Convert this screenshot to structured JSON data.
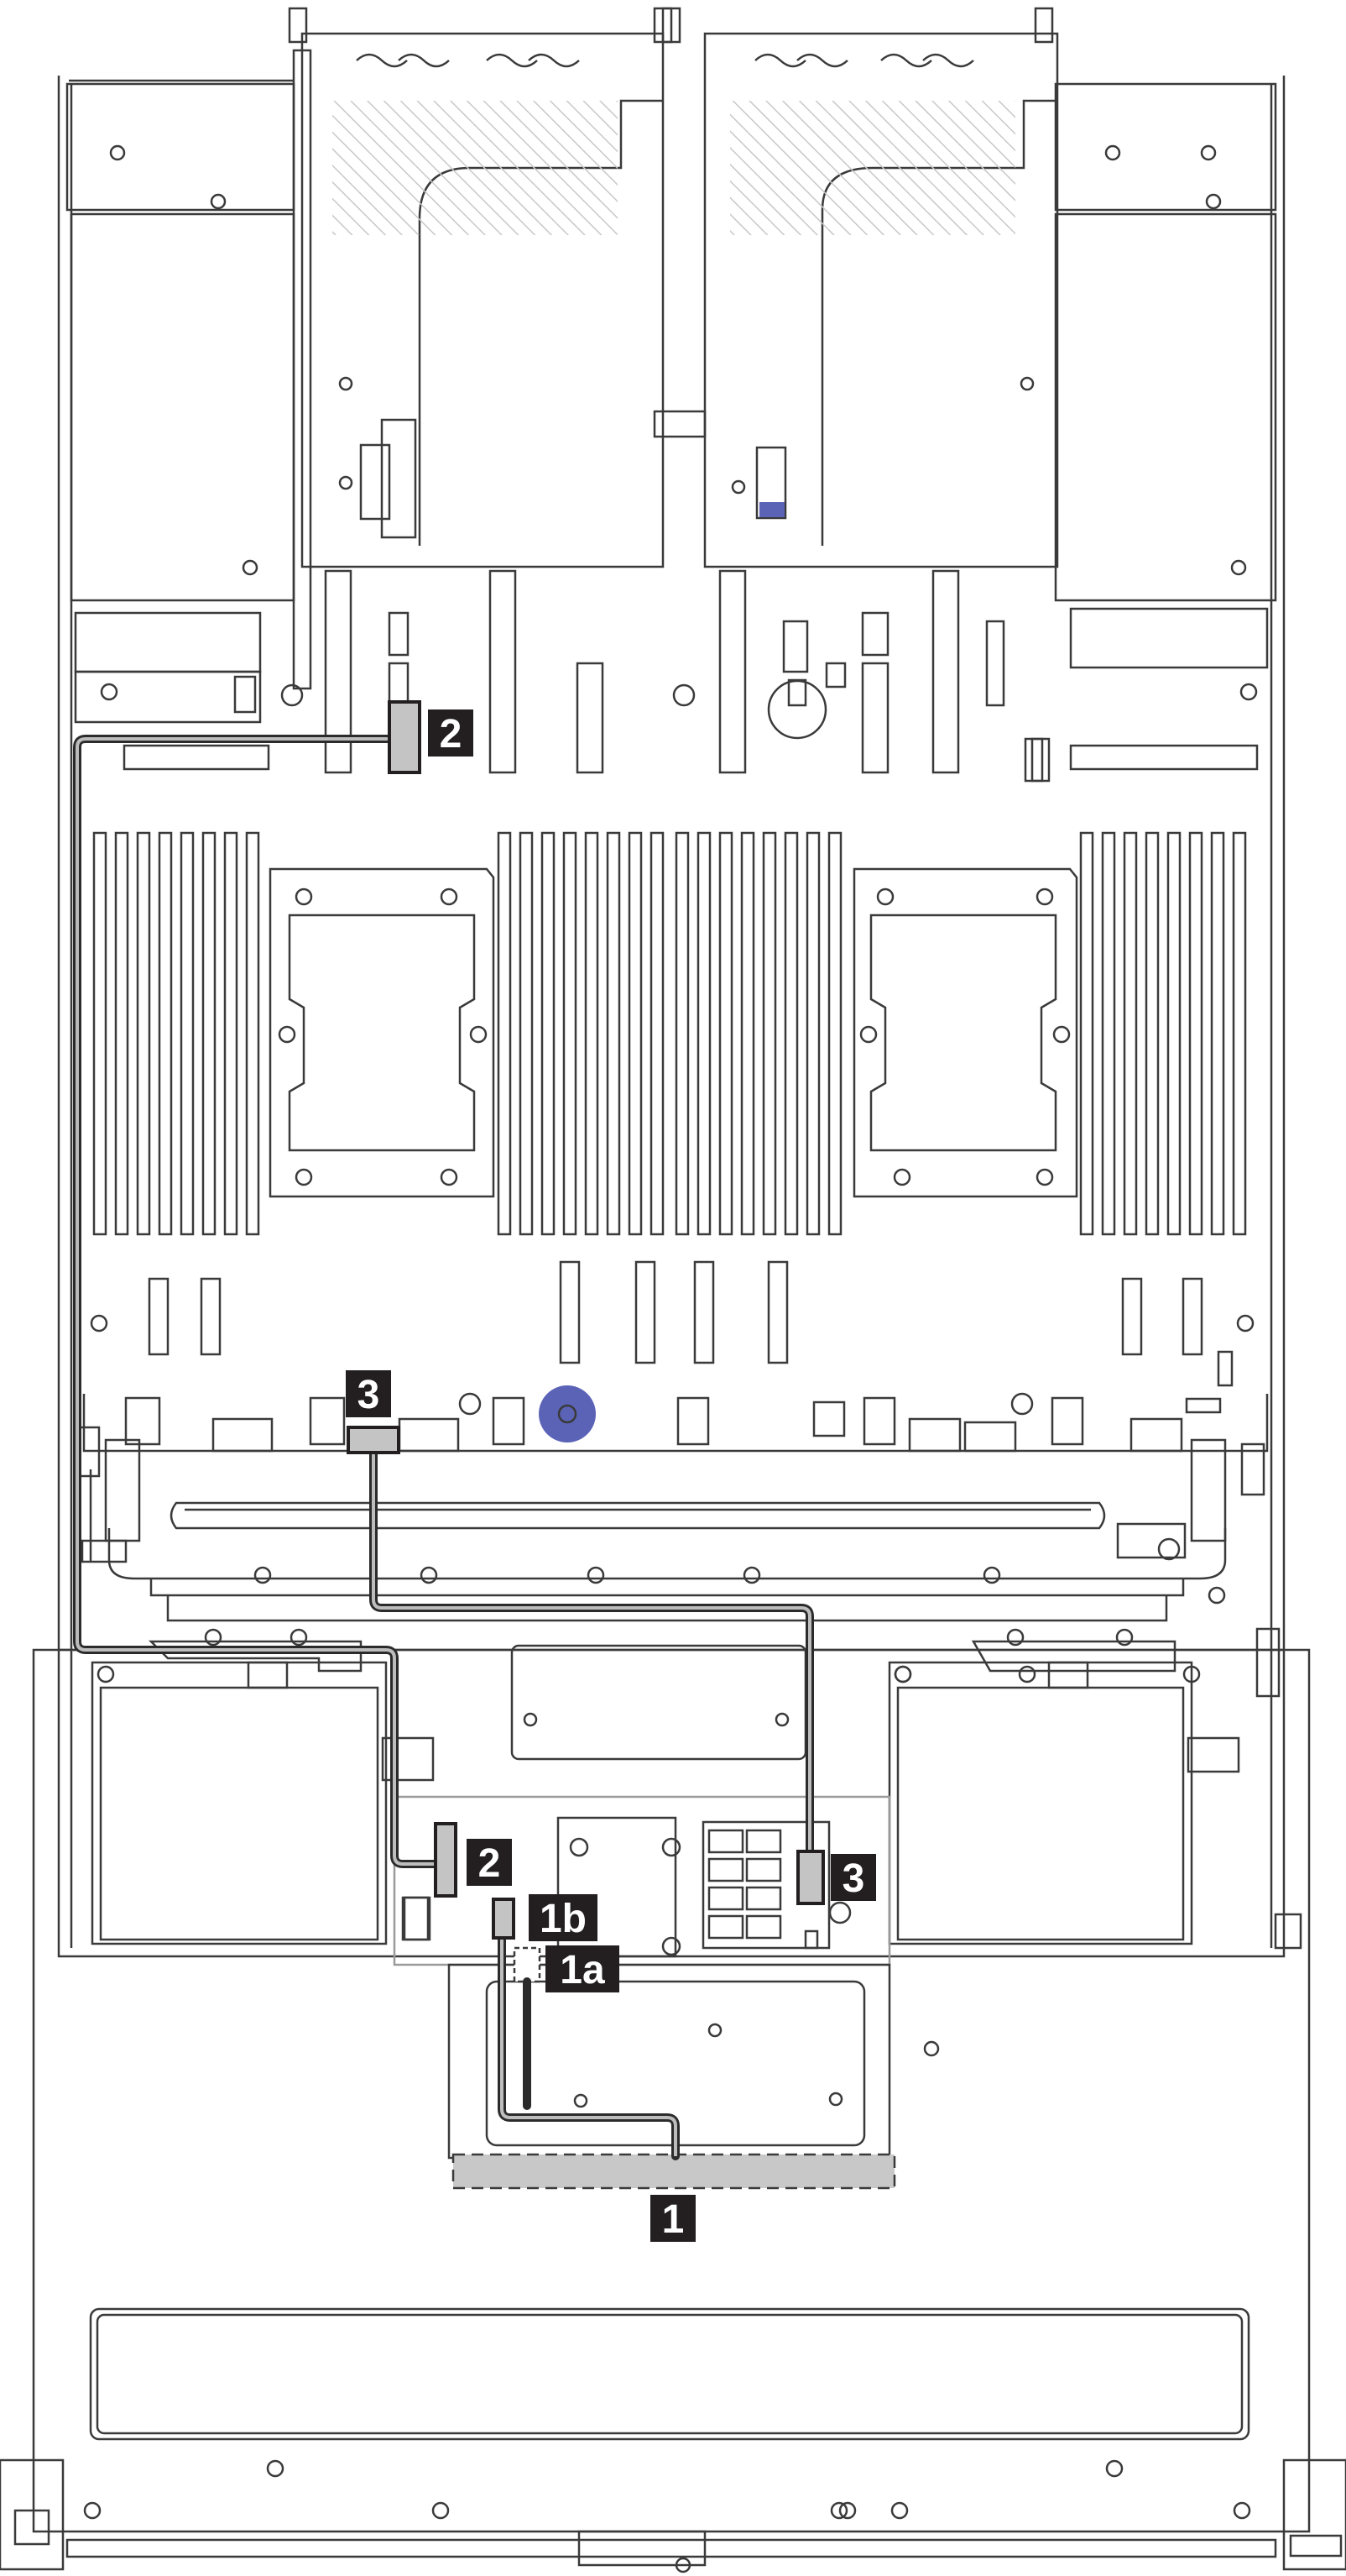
{
  "diagram": {
    "colors": {
      "line": "#3a3a3a",
      "light": "#9a9a9a",
      "hatch": "#c8c8c8",
      "cable": "#2b2b2b",
      "connector_fill": "#c4c4c4",
      "callout_bg": "#231f20",
      "callout_text": "#ffffff",
      "accent_blue": "#5b63b7",
      "bay_fill": "#c8c8c8"
    },
    "callouts": {
      "c1": "1",
      "c1a": "1a",
      "c1b": "1b",
      "c2_top": "2",
      "c2_bottom": "2",
      "c3_top": "3",
      "c3_bottom": "3"
    }
  }
}
